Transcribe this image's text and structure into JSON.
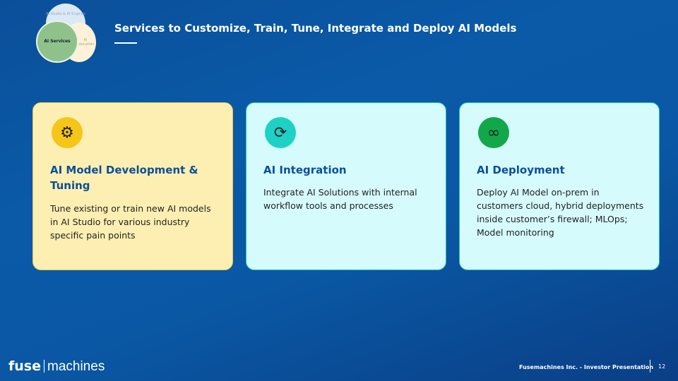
{
  "venn": {
    "top": "AI Studio & AI Engines",
    "left": "AI Services",
    "right": "AI Education"
  },
  "header": {
    "title": "Services to Customize, Train, Tune, Integrate and Deploy AI Models"
  },
  "cards": [
    {
      "title": "AI Model Development & Tuning",
      "description": "Tune existing or train new AI models in AI Studio for various industry specific pain points",
      "icon": "brain-gear-icon",
      "bg": "#fdefb2",
      "icon_bg": "#f5c518"
    },
    {
      "title": "AI Integration",
      "description": "Integrate AI Solutions with internal workflow tools and processes",
      "icon": "gear-cycle-icon",
      "bg": "#d6fbfd",
      "icon_bg": "#1fd1c5"
    },
    {
      "title": "AI Deployment",
      "description": "Deploy AI Model on-prem in customers cloud, hybrid deployments inside customer’s firewall; MLOps; Model monitoring",
      "icon": "gear-infinity-icon",
      "bg": "#d6fbfd",
      "icon_bg": "#12a84a"
    }
  ],
  "footer": {
    "logo_left": "fuse",
    "logo_right": "machines",
    "text": "Fusemachines Inc. - Investor Presentation",
    "page": "12"
  }
}
